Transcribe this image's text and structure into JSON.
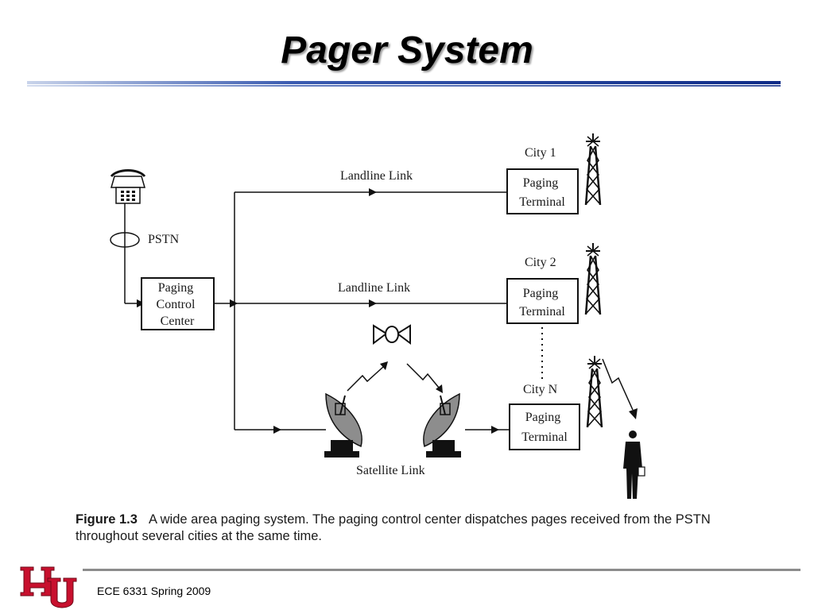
{
  "slide": {
    "title": "Pager System"
  },
  "diagram": {
    "pstn_label": "PSTN",
    "control_center": [
      "Paging",
      "Control",
      "Center"
    ],
    "links": {
      "landline_1": "Landline Link",
      "landline_2": "Landline Link",
      "satellite": "Satellite Link"
    },
    "cities": [
      {
        "label": "City 1",
        "terminal": [
          "Paging",
          "Terminal"
        ]
      },
      {
        "label": "City 2",
        "terminal": [
          "Paging",
          "Terminal"
        ]
      },
      {
        "label": "City N",
        "terminal": [
          "Paging",
          "Terminal"
        ]
      }
    ]
  },
  "caption": {
    "label": "Figure 1.3",
    "text": "A wide area paging system. The paging control center dispatches pages received from the PSTN throughout several cities at the same time."
  },
  "footer": {
    "course": "ECE 6331 Spring 2009"
  },
  "colors": {
    "title_rule": "#1f3f9a",
    "logo_red": "#c8102e",
    "footer_rule": "#8c8c8c"
  }
}
